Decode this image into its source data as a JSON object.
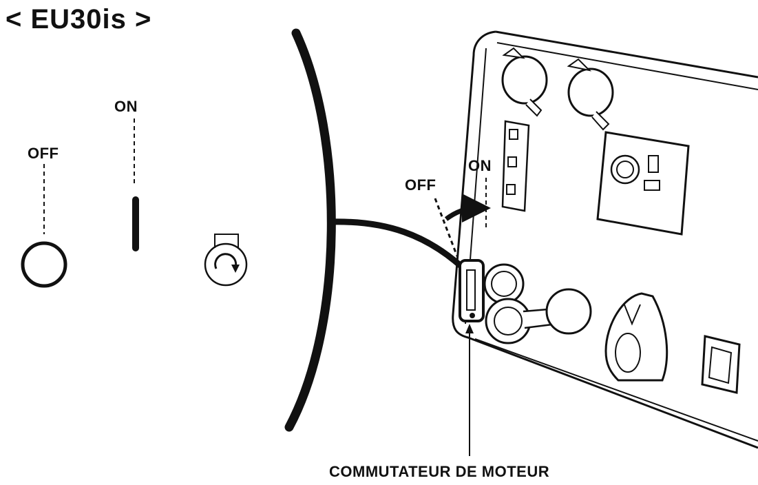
{
  "title": "< EU30is >",
  "symbols": {
    "off_label": "OFF",
    "on_label": "ON"
  },
  "panel": {
    "off_label": "OFF",
    "on_label": "ON"
  },
  "caption": "COMMUTATEUR DE MOTEUR",
  "icons": {
    "off_symbol": "circle-off-icon",
    "on_symbol": "bar-on-icon",
    "start_symbol": "rotation-arrow-icon"
  }
}
